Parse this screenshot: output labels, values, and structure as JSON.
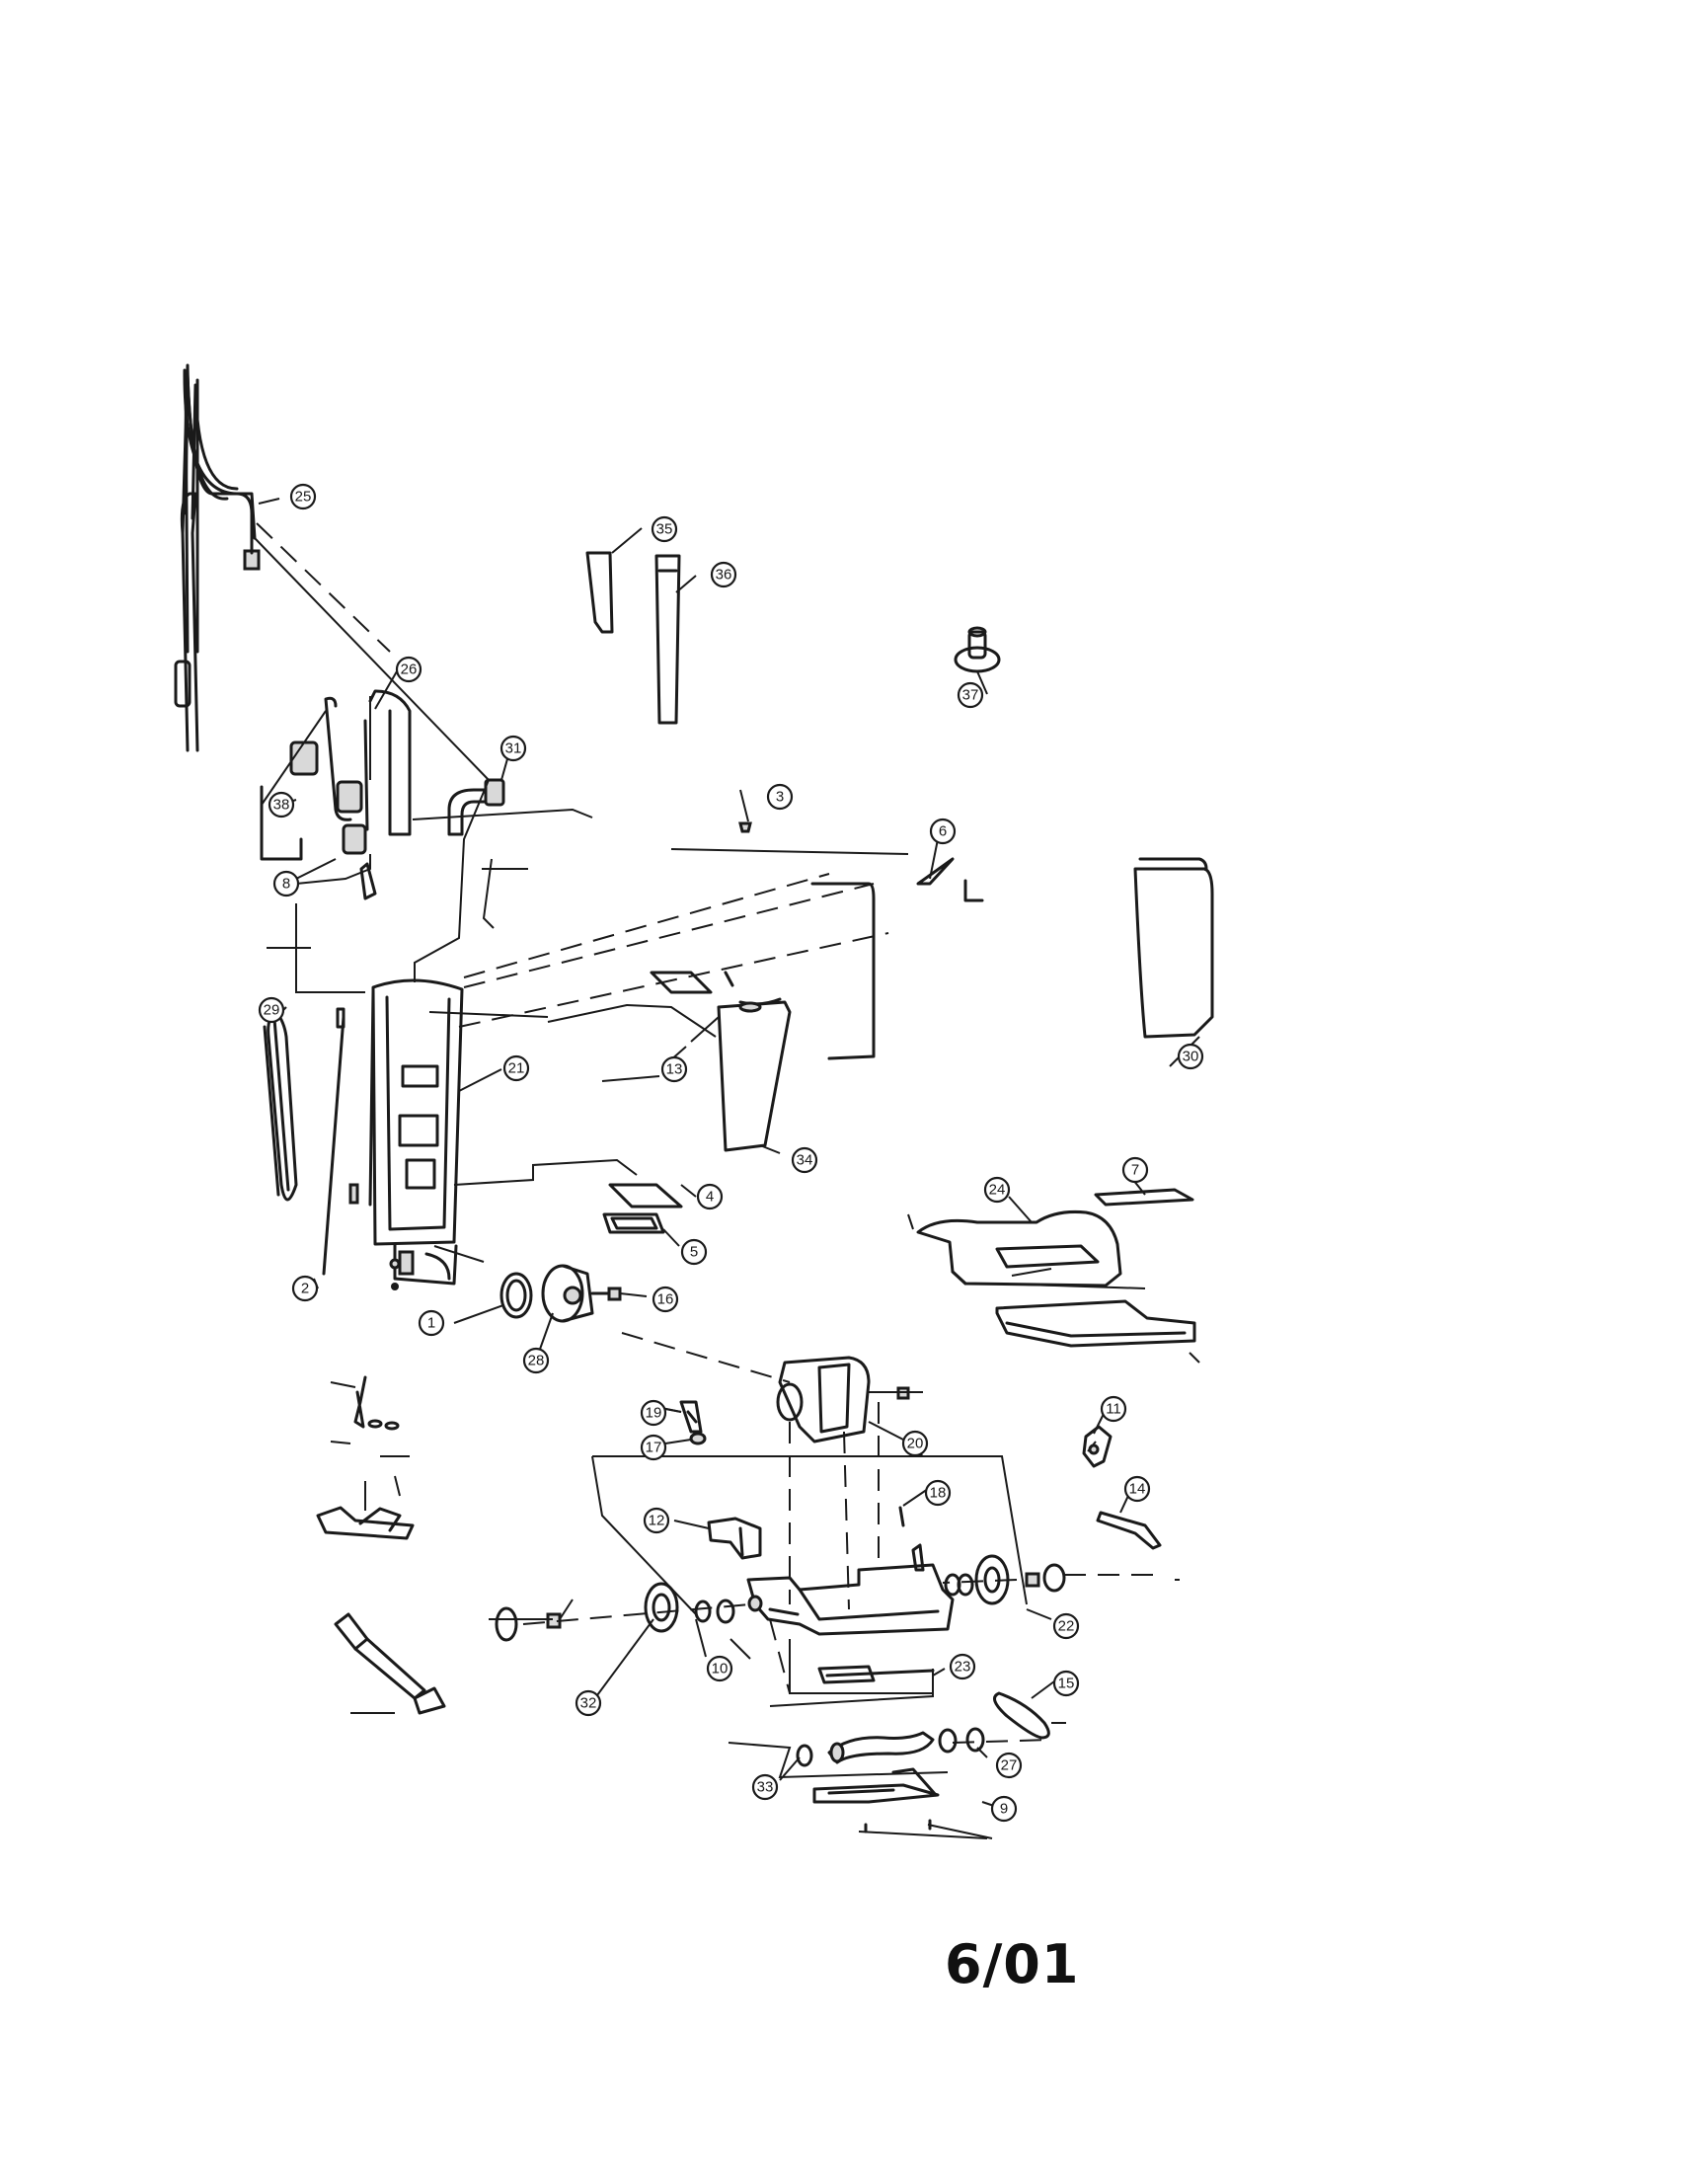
{
  "revision_date": "6/01",
  "callouts": [
    "1",
    "2",
    "3",
    "4",
    "5",
    "6",
    "7",
    "8",
    "9",
    "10",
    "11",
    "12",
    "13",
    "14",
    "15",
    "16",
    "17",
    "18",
    "19",
    "20",
    "21",
    "22",
    "23",
    "24",
    "25",
    "26",
    "27",
    "28",
    "29",
    "30",
    "31",
    "32",
    "33",
    "34",
    "35",
    "36",
    "37",
    "38"
  ],
  "colors": {
    "line": "#1a1a1a",
    "background": "#ffffff",
    "part_fill": "#d9d9d9"
  }
}
